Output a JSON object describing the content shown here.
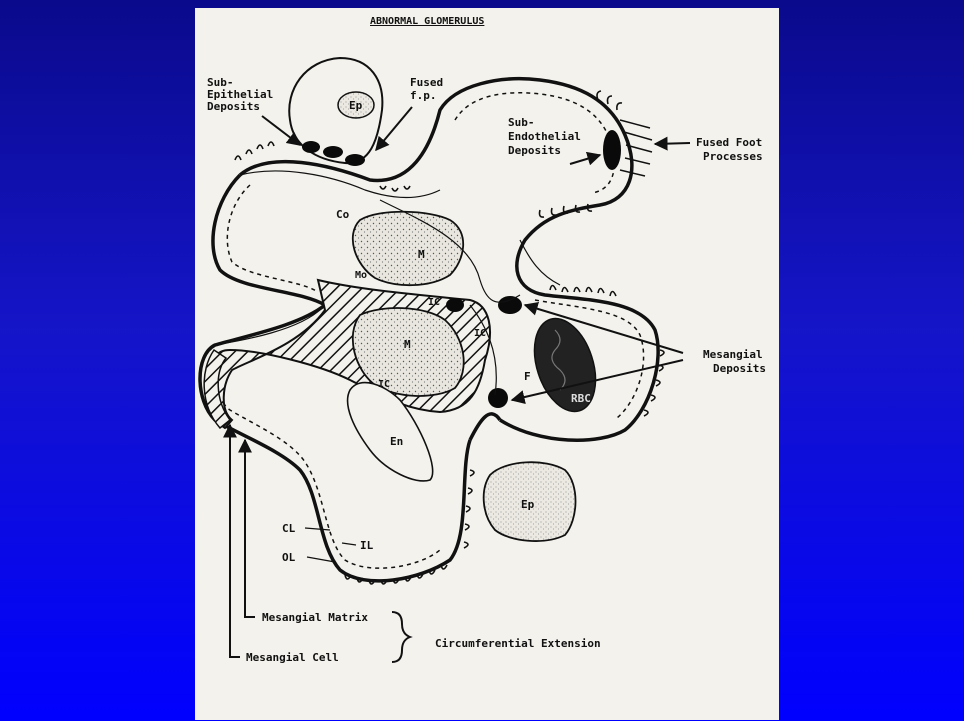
{
  "title": "ABNORMAL GLOMERULUS",
  "labels": {
    "sub_epithelial_1": "Sub-",
    "sub_epithelial_2": "Epithelial",
    "sub_epithelial_3": "Deposits",
    "fused_fp_1": "Fused",
    "fused_fp_2": "f.p.",
    "sub_endothelial_1": "Sub-",
    "sub_endothelial_2": "Endothelial",
    "sub_endothelial_3": "Deposits",
    "fused_foot_1": "Fused Foot",
    "fused_foot_2": "Processes",
    "mesangial_deposits_1": "Mesangial",
    "mesangial_deposits_2": "Deposits",
    "ep_top": "Ep",
    "ep_bottom": "Ep",
    "co": "Co",
    "m_upper": "M",
    "m_lower": "M",
    "mo": "Mo",
    "ic_1": "IC",
    "ic_2": "IC",
    "ic_3": "IC",
    "f": "F",
    "rbc": "RBC",
    "en": "En",
    "cl": "CL",
    "il": "IL",
    "ol": "OL",
    "mesangial_matrix": "Mesangial Matrix",
    "mesangial_cell": "Mesangial Cell",
    "circumferential_extension": "Circumferential Extension"
  },
  "colors": {
    "slide_top": "#0a0a8c",
    "slide_bottom": "#0000ff",
    "paper": "#f3f2ec",
    "ink": "#111111"
  }
}
